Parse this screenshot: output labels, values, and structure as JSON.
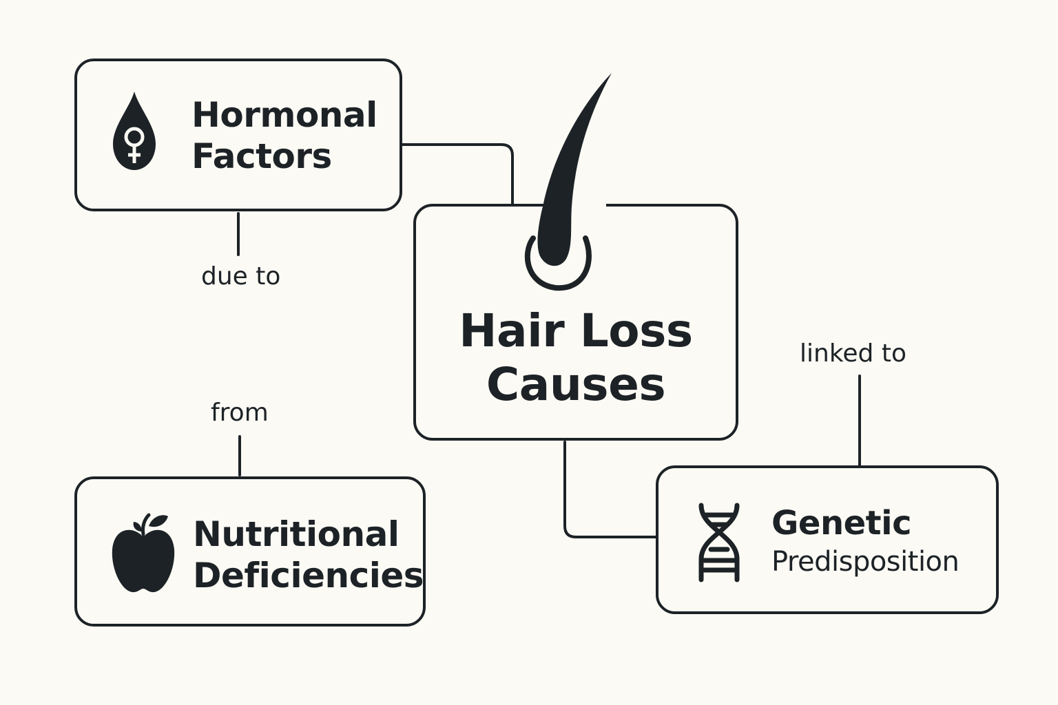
{
  "colors": {
    "background": "#fbfaf4",
    "ink": "#1c2226"
  },
  "center": {
    "title_line1": "Hair Loss",
    "title_line2": "Causes",
    "icon": "hair-follicle-icon"
  },
  "nodes": {
    "hormonal": {
      "line1": "Hormonal",
      "line2": "Factors",
      "icon": "female-symbol-drop-icon"
    },
    "nutritional": {
      "line1": "Nutritional",
      "line2": "Deficiencies",
      "icon": "apple-icon"
    },
    "genetic": {
      "line1": "Genetic",
      "line2": "Predisposition",
      "icon": "dna-icon"
    }
  },
  "edges": {
    "due_to": "due to",
    "from": "from",
    "linked_to": "linked to"
  }
}
